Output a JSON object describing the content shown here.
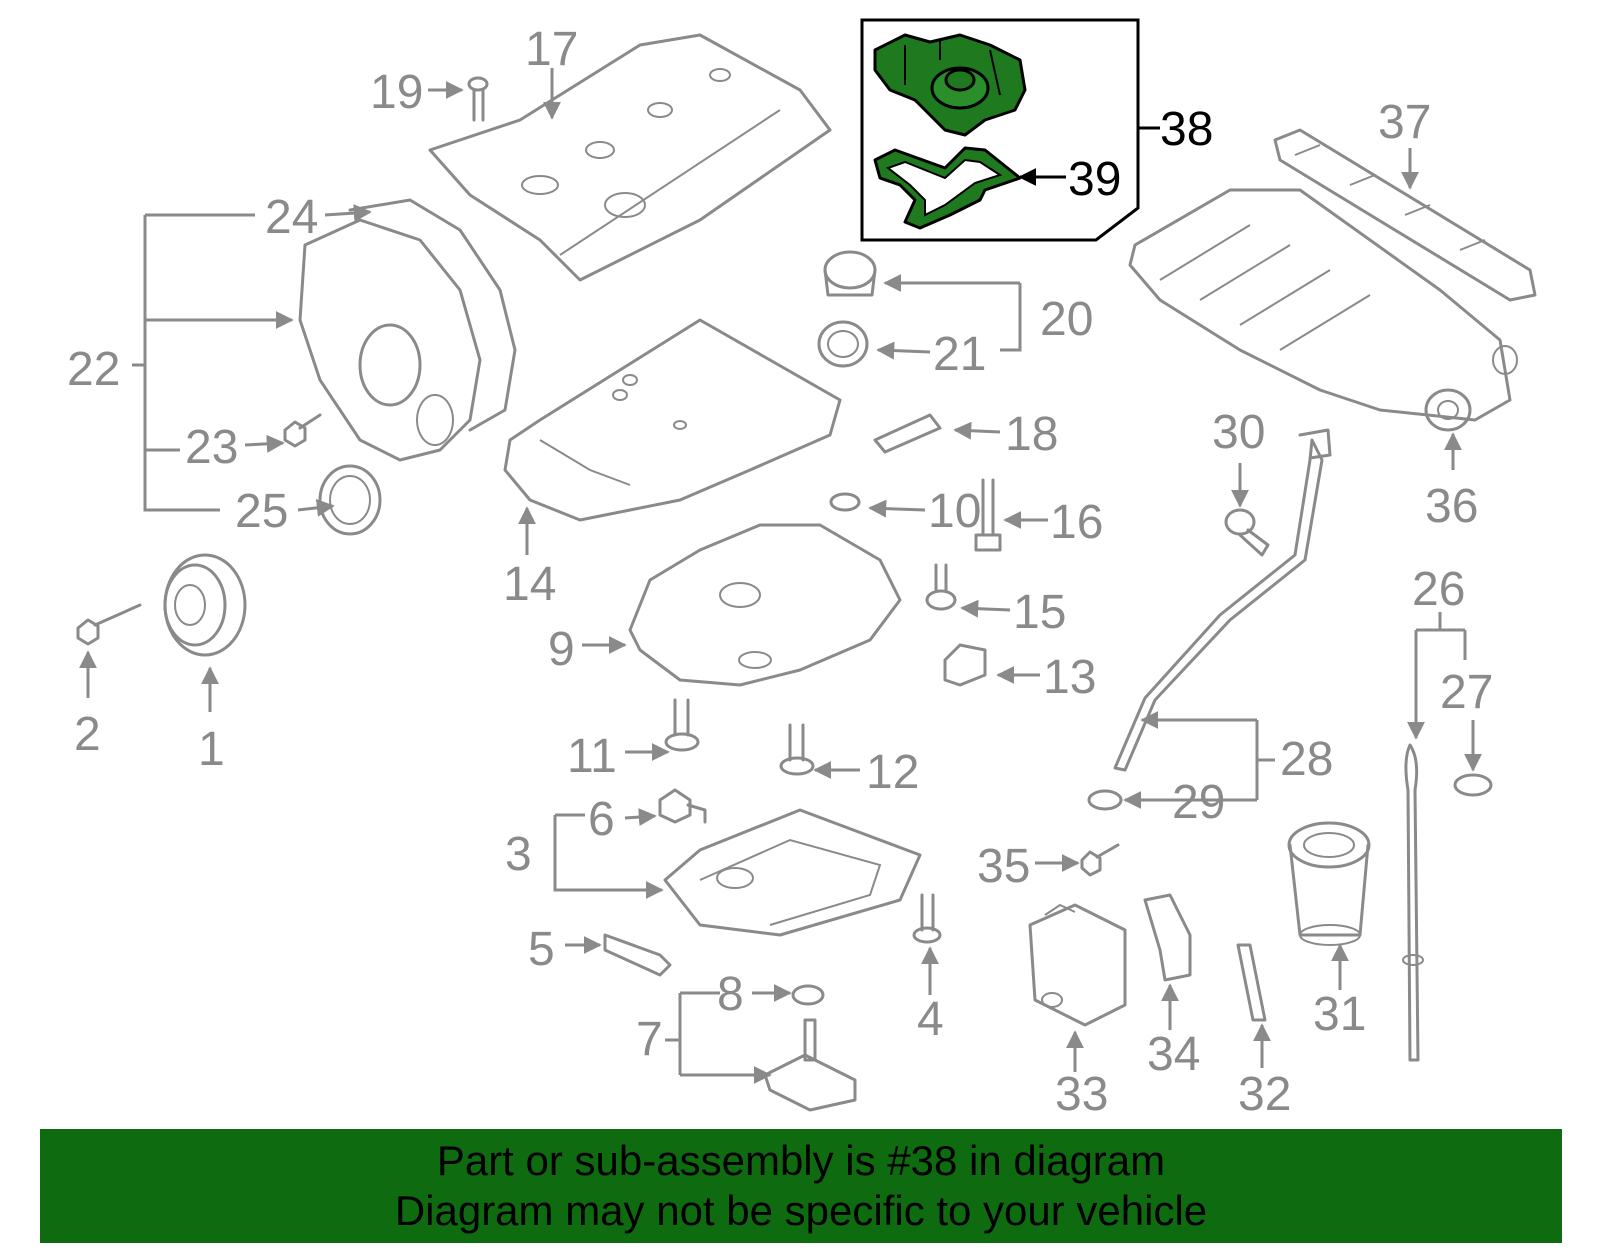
{
  "colors": {
    "part_lines": "#8a8a8a",
    "highlight_fill": "#1f7a1f",
    "highlight_outline": "#000000",
    "banner_background": "#0f6b10",
    "banner_text": "#000000",
    "background": "#ffffff"
  },
  "callouts": {
    "c1": "1",
    "c2": "2",
    "c3": "3",
    "c4": "4",
    "c5": "5",
    "c6": "6",
    "c7": "7",
    "c8": "8",
    "c9": "9",
    "c10": "10",
    "c11": "11",
    "c12": "12",
    "c13": "13",
    "c14": "14",
    "c15": "15",
    "c16": "16",
    "c17": "17",
    "c18": "18",
    "c19": "19",
    "c20": "20",
    "c21": "21",
    "c22": "22",
    "c23": "23",
    "c24": "24",
    "c25": "25",
    "c26": "26",
    "c27": "27",
    "c28": "28",
    "c29": "29",
    "c30": "30",
    "c31": "31",
    "c32": "32",
    "c33": "33",
    "c34": "34",
    "c35": "35",
    "c36": "36",
    "c37": "37",
    "c38": "38",
    "c39": "39"
  },
  "highlighted_part": "38",
  "banner": {
    "line1": "Part or sub-assembly is #38 in diagram",
    "line2": "Diagram may not be specific to your vehicle"
  }
}
